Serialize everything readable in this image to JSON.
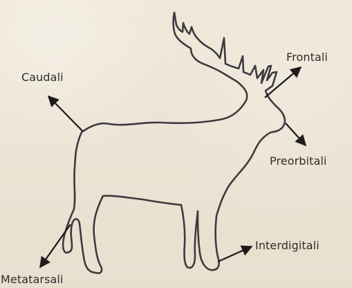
{
  "labels": {
    "caudali": "Caudali",
    "frontali": "Frontali",
    "preorbitali": "Preorbitali",
    "interdigitali": "Interdigitali",
    "metatarsali": "Metatarsali"
  },
  "colors": {
    "background": "#ece4d5",
    "ink": "#2f2c2b",
    "outline": "#3b3a3f",
    "arrow": "#1f1b1b"
  }
}
